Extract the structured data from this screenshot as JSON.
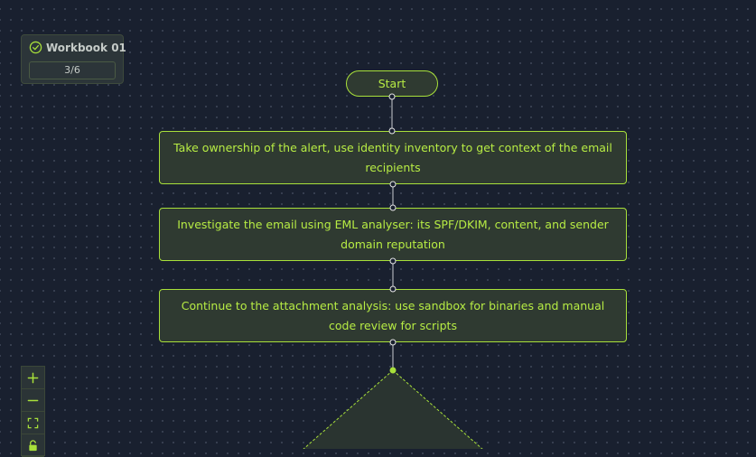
{
  "workbook": {
    "title": "Workbook 01",
    "progress": "3/6",
    "status_icon": "check-circle-icon"
  },
  "flow": {
    "start_label": "Start",
    "steps": [
      "Take ownership of the alert, use identity inventory to get context of the email recipients",
      "Investigate the email using EML analyser: its SPF/DKIM, content, and sender domain reputation",
      "Continue to the attachment analysis: use sandbox for binaries and manual code review for scripts"
    ],
    "decision_label": ""
  },
  "controls": {
    "zoom_in_icon": "plus-icon",
    "zoom_out_icon": "minus-icon",
    "fit_view_icon": "fit-view-icon",
    "lock_icon": "lock-icon"
  },
  "colors": {
    "background": "#19202f",
    "accent": "#a8e03a",
    "node_fill": "#2f3a31",
    "node_text": "#b7ec44"
  }
}
